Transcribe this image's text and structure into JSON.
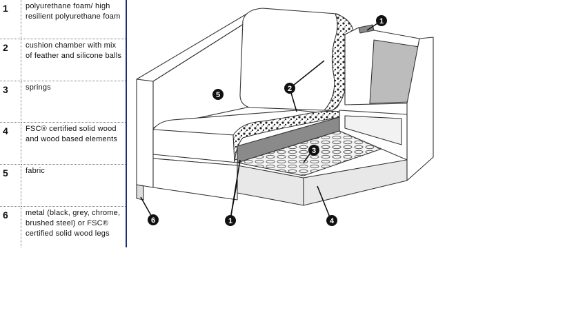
{
  "legend": [
    {
      "num": "1",
      "text": "polyurethane foam/ high resilient polyurethane foam"
    },
    {
      "num": "2",
      "text": "cushion chamber with mix of feather and  silicone balls"
    },
    {
      "num": "3",
      "text": "springs"
    },
    {
      "num": "4",
      "text": "FSC® certified solid wood and wood based elements"
    },
    {
      "num": "5",
      "text": "fabric"
    },
    {
      "num": "6",
      "text": "metal (black, grey, chrome, brushed steel) or FSC® certified solid wood legs"
    }
  ],
  "callouts": {
    "c1_top": "1",
    "c2": "2",
    "c3": "3",
    "c4": "4",
    "c5": "5",
    "c6": "6",
    "c1_bottom": "1"
  }
}
